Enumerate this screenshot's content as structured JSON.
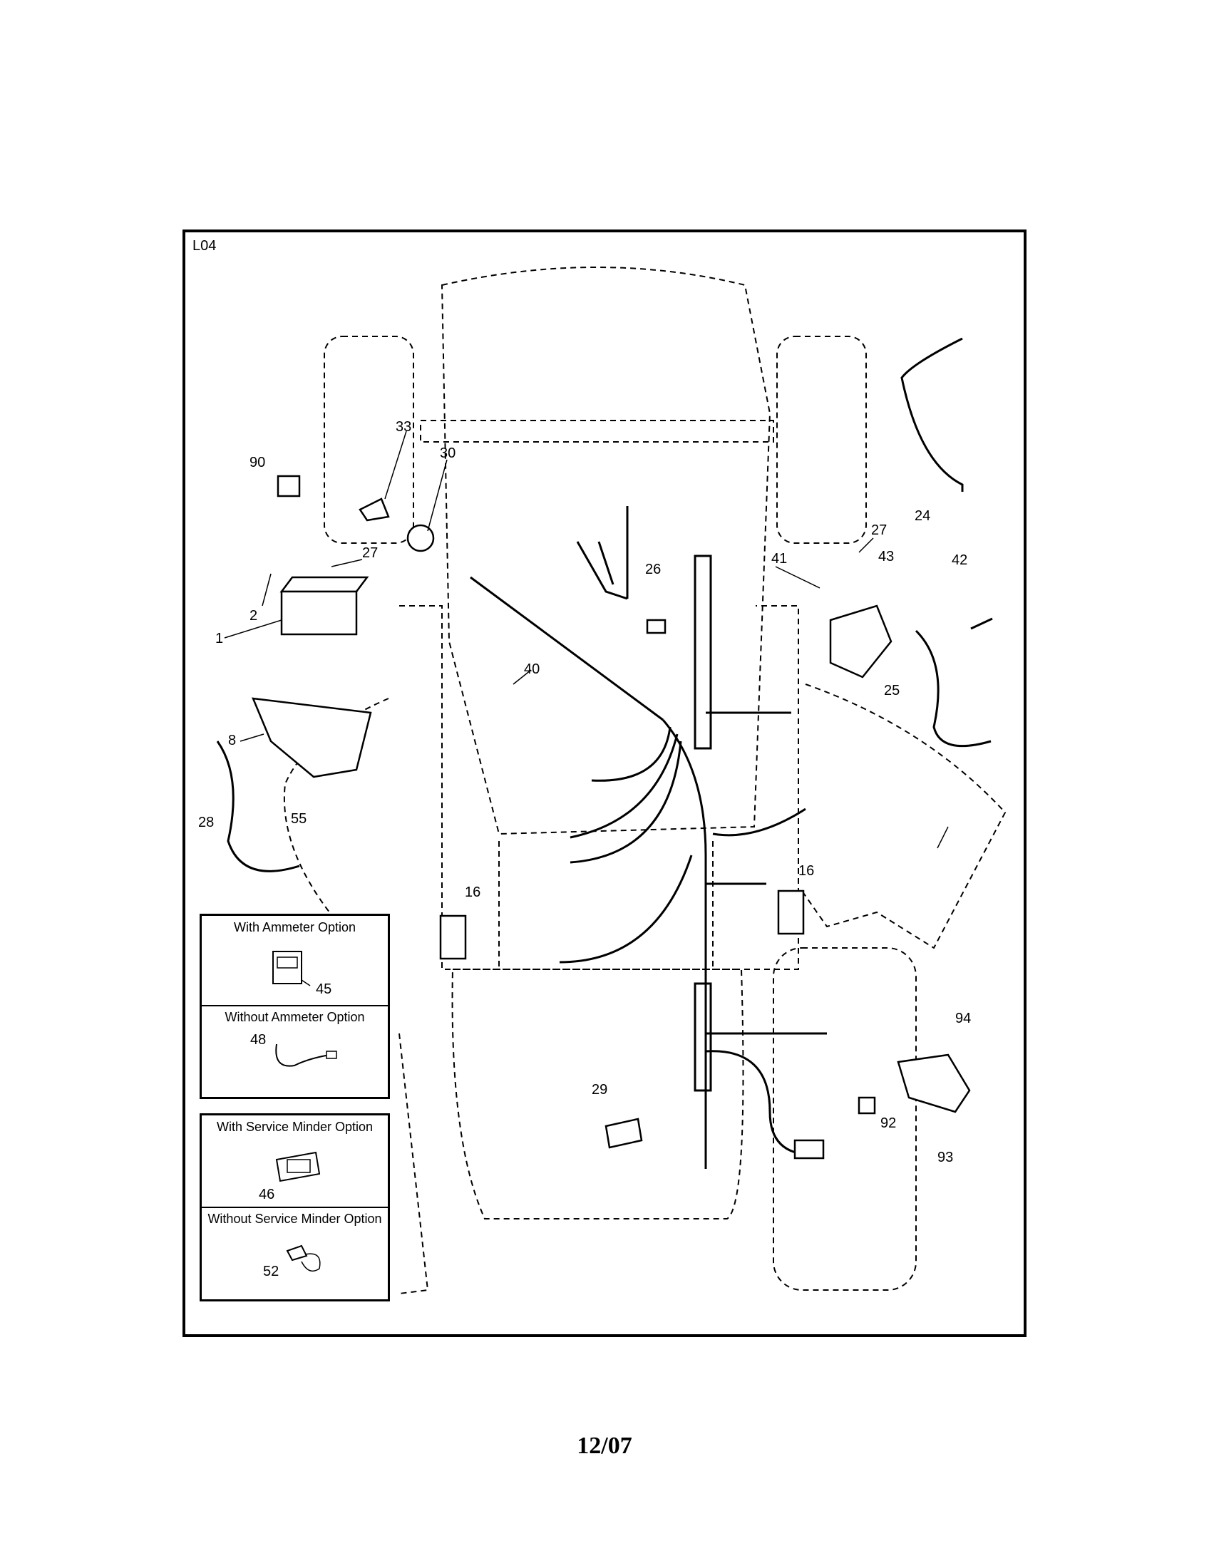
{
  "diagram_code": "L04",
  "page_label": "12/07",
  "insets": {
    "ammeter": {
      "with_title": "With Ammeter Option",
      "without_title": "Without Ammeter Option",
      "with_part": "45",
      "without_part": "48"
    },
    "service_minder": {
      "with_title": "With Service Minder Option",
      "without_title": "Without Service Minder Option",
      "with_part": "46",
      "without_part": "52"
    }
  },
  "parts": [
    {
      "id": "90"
    },
    {
      "id": "33"
    },
    {
      "id": "30"
    },
    {
      "id": "27"
    },
    {
      "id": "2"
    },
    {
      "id": "1"
    },
    {
      "id": "8"
    },
    {
      "id": "28"
    },
    {
      "id": "55"
    },
    {
      "id": "16"
    },
    {
      "id": "40"
    },
    {
      "id": "26"
    },
    {
      "id": "24"
    },
    {
      "id": "41"
    },
    {
      "id": "43"
    },
    {
      "id": "42"
    },
    {
      "id": "25"
    },
    {
      "id": "29"
    },
    {
      "id": "94"
    },
    {
      "id": "92"
    },
    {
      "id": "93"
    }
  ]
}
